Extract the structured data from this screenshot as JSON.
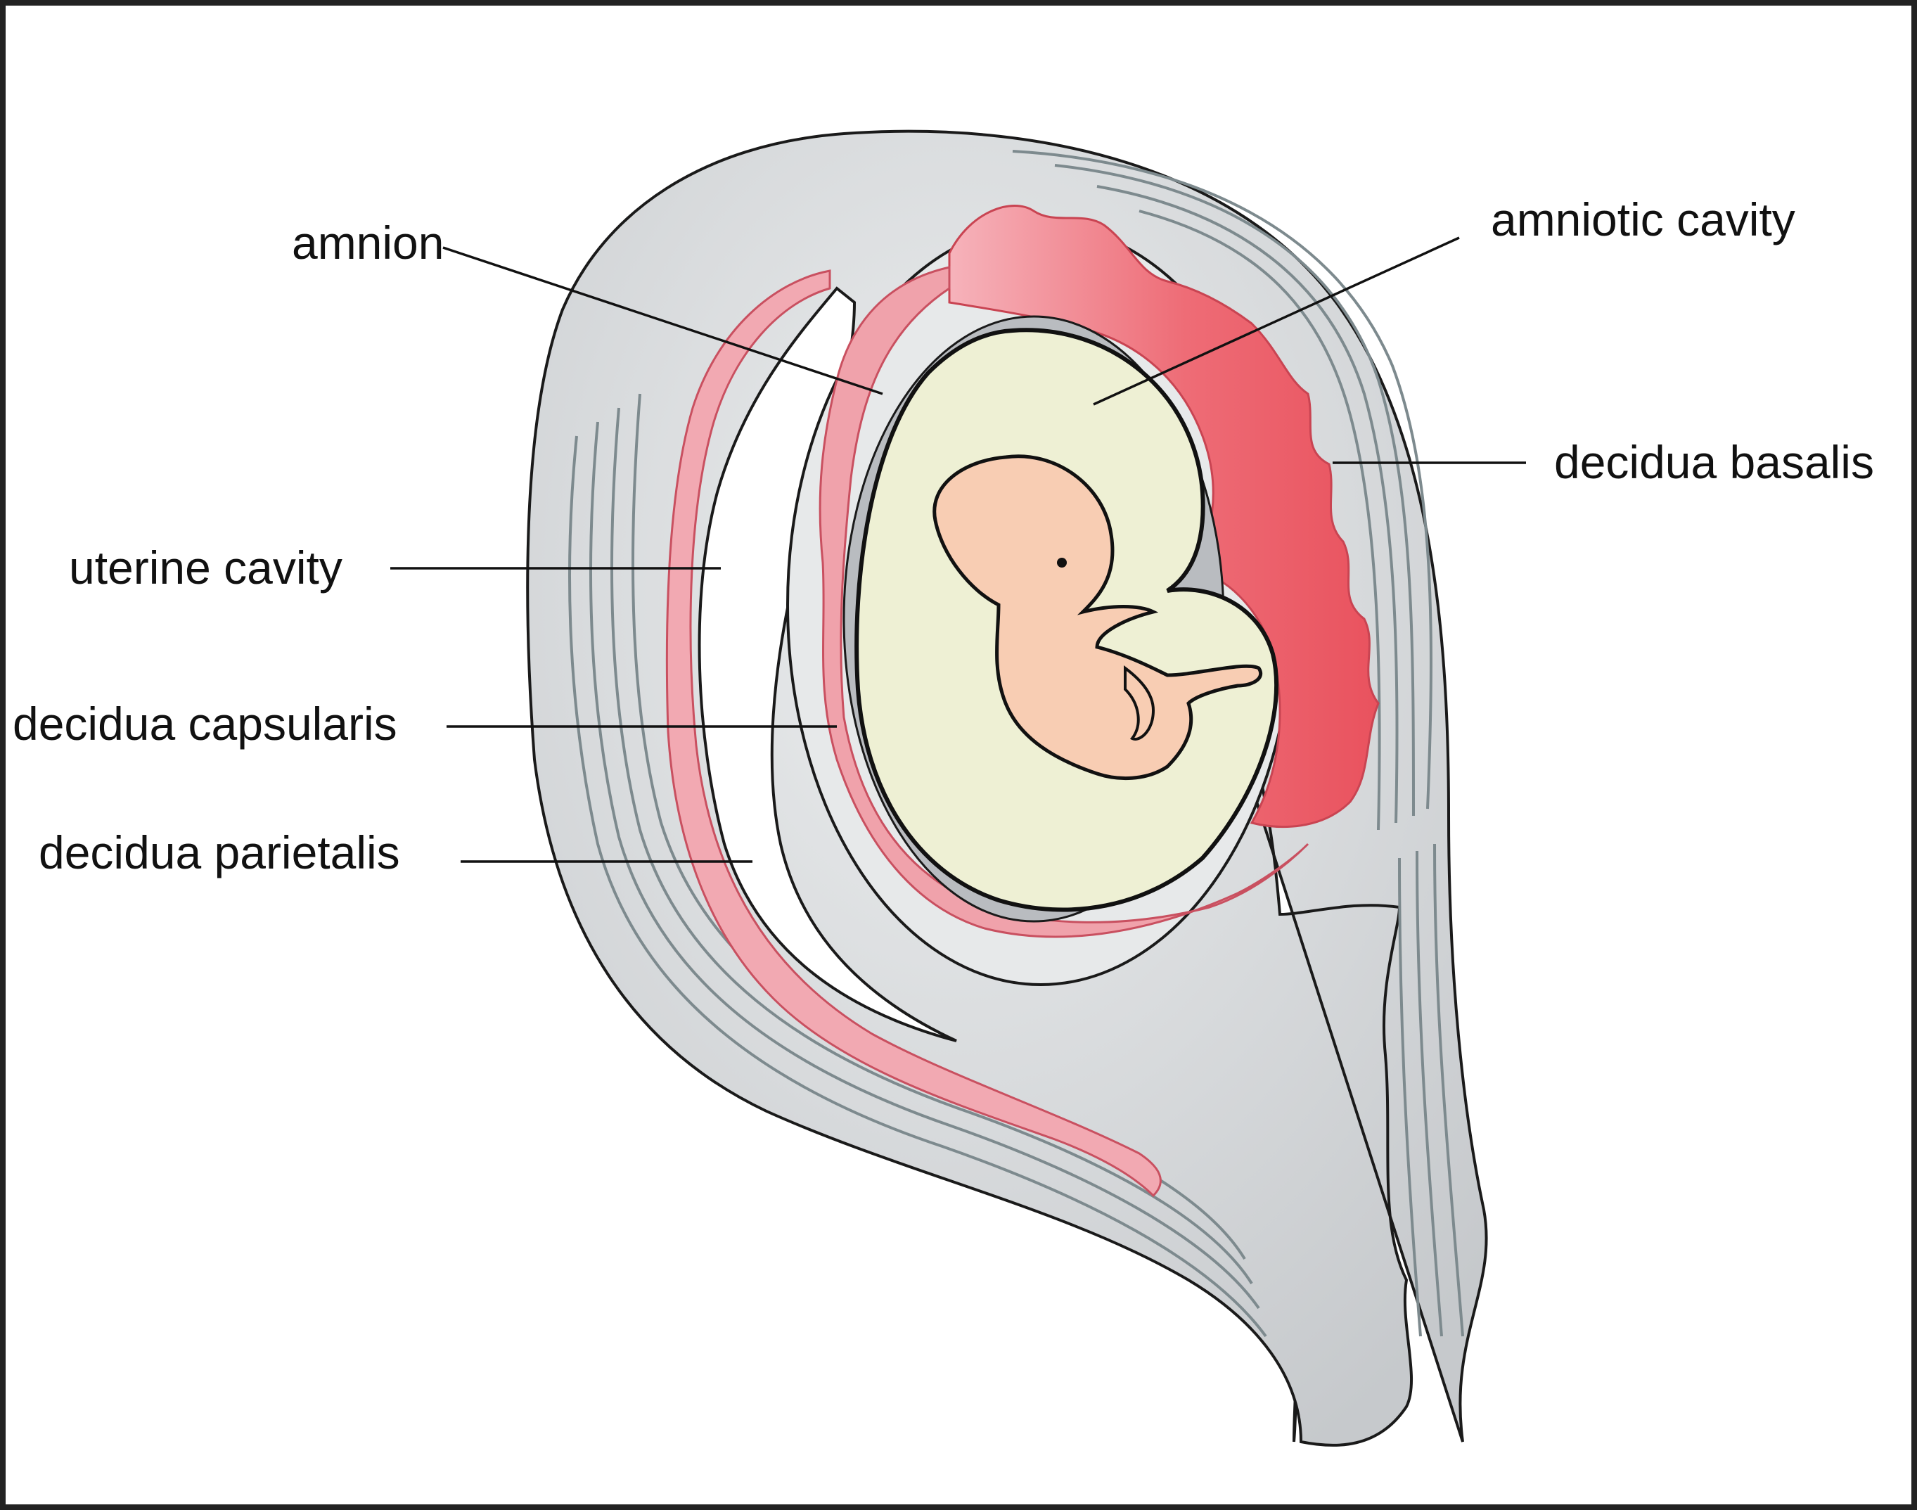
{
  "labels": {
    "amnion": "amnion",
    "amniotic_cavity": "amniotic cavity",
    "decidua_basalis": "decidua basalis",
    "uterine_cavity": "uterine cavity",
    "decidua_capsularis": "decidua capsularis",
    "decidua_parietalis": "decidua parietalis"
  },
  "colors": {
    "frame": "#222222",
    "uterine_wall": "#d2d4d6",
    "uterine_stripe": "#7d8a8e",
    "decidua_light": "#f2a9b2",
    "decidua_basalis": "#ec5c66",
    "chorionic_space": "#b9bcc0",
    "amniotic_fluid": "#eef0d4",
    "embryo": "#f8cdb3",
    "uterine_cavity": "#ffffff"
  }
}
